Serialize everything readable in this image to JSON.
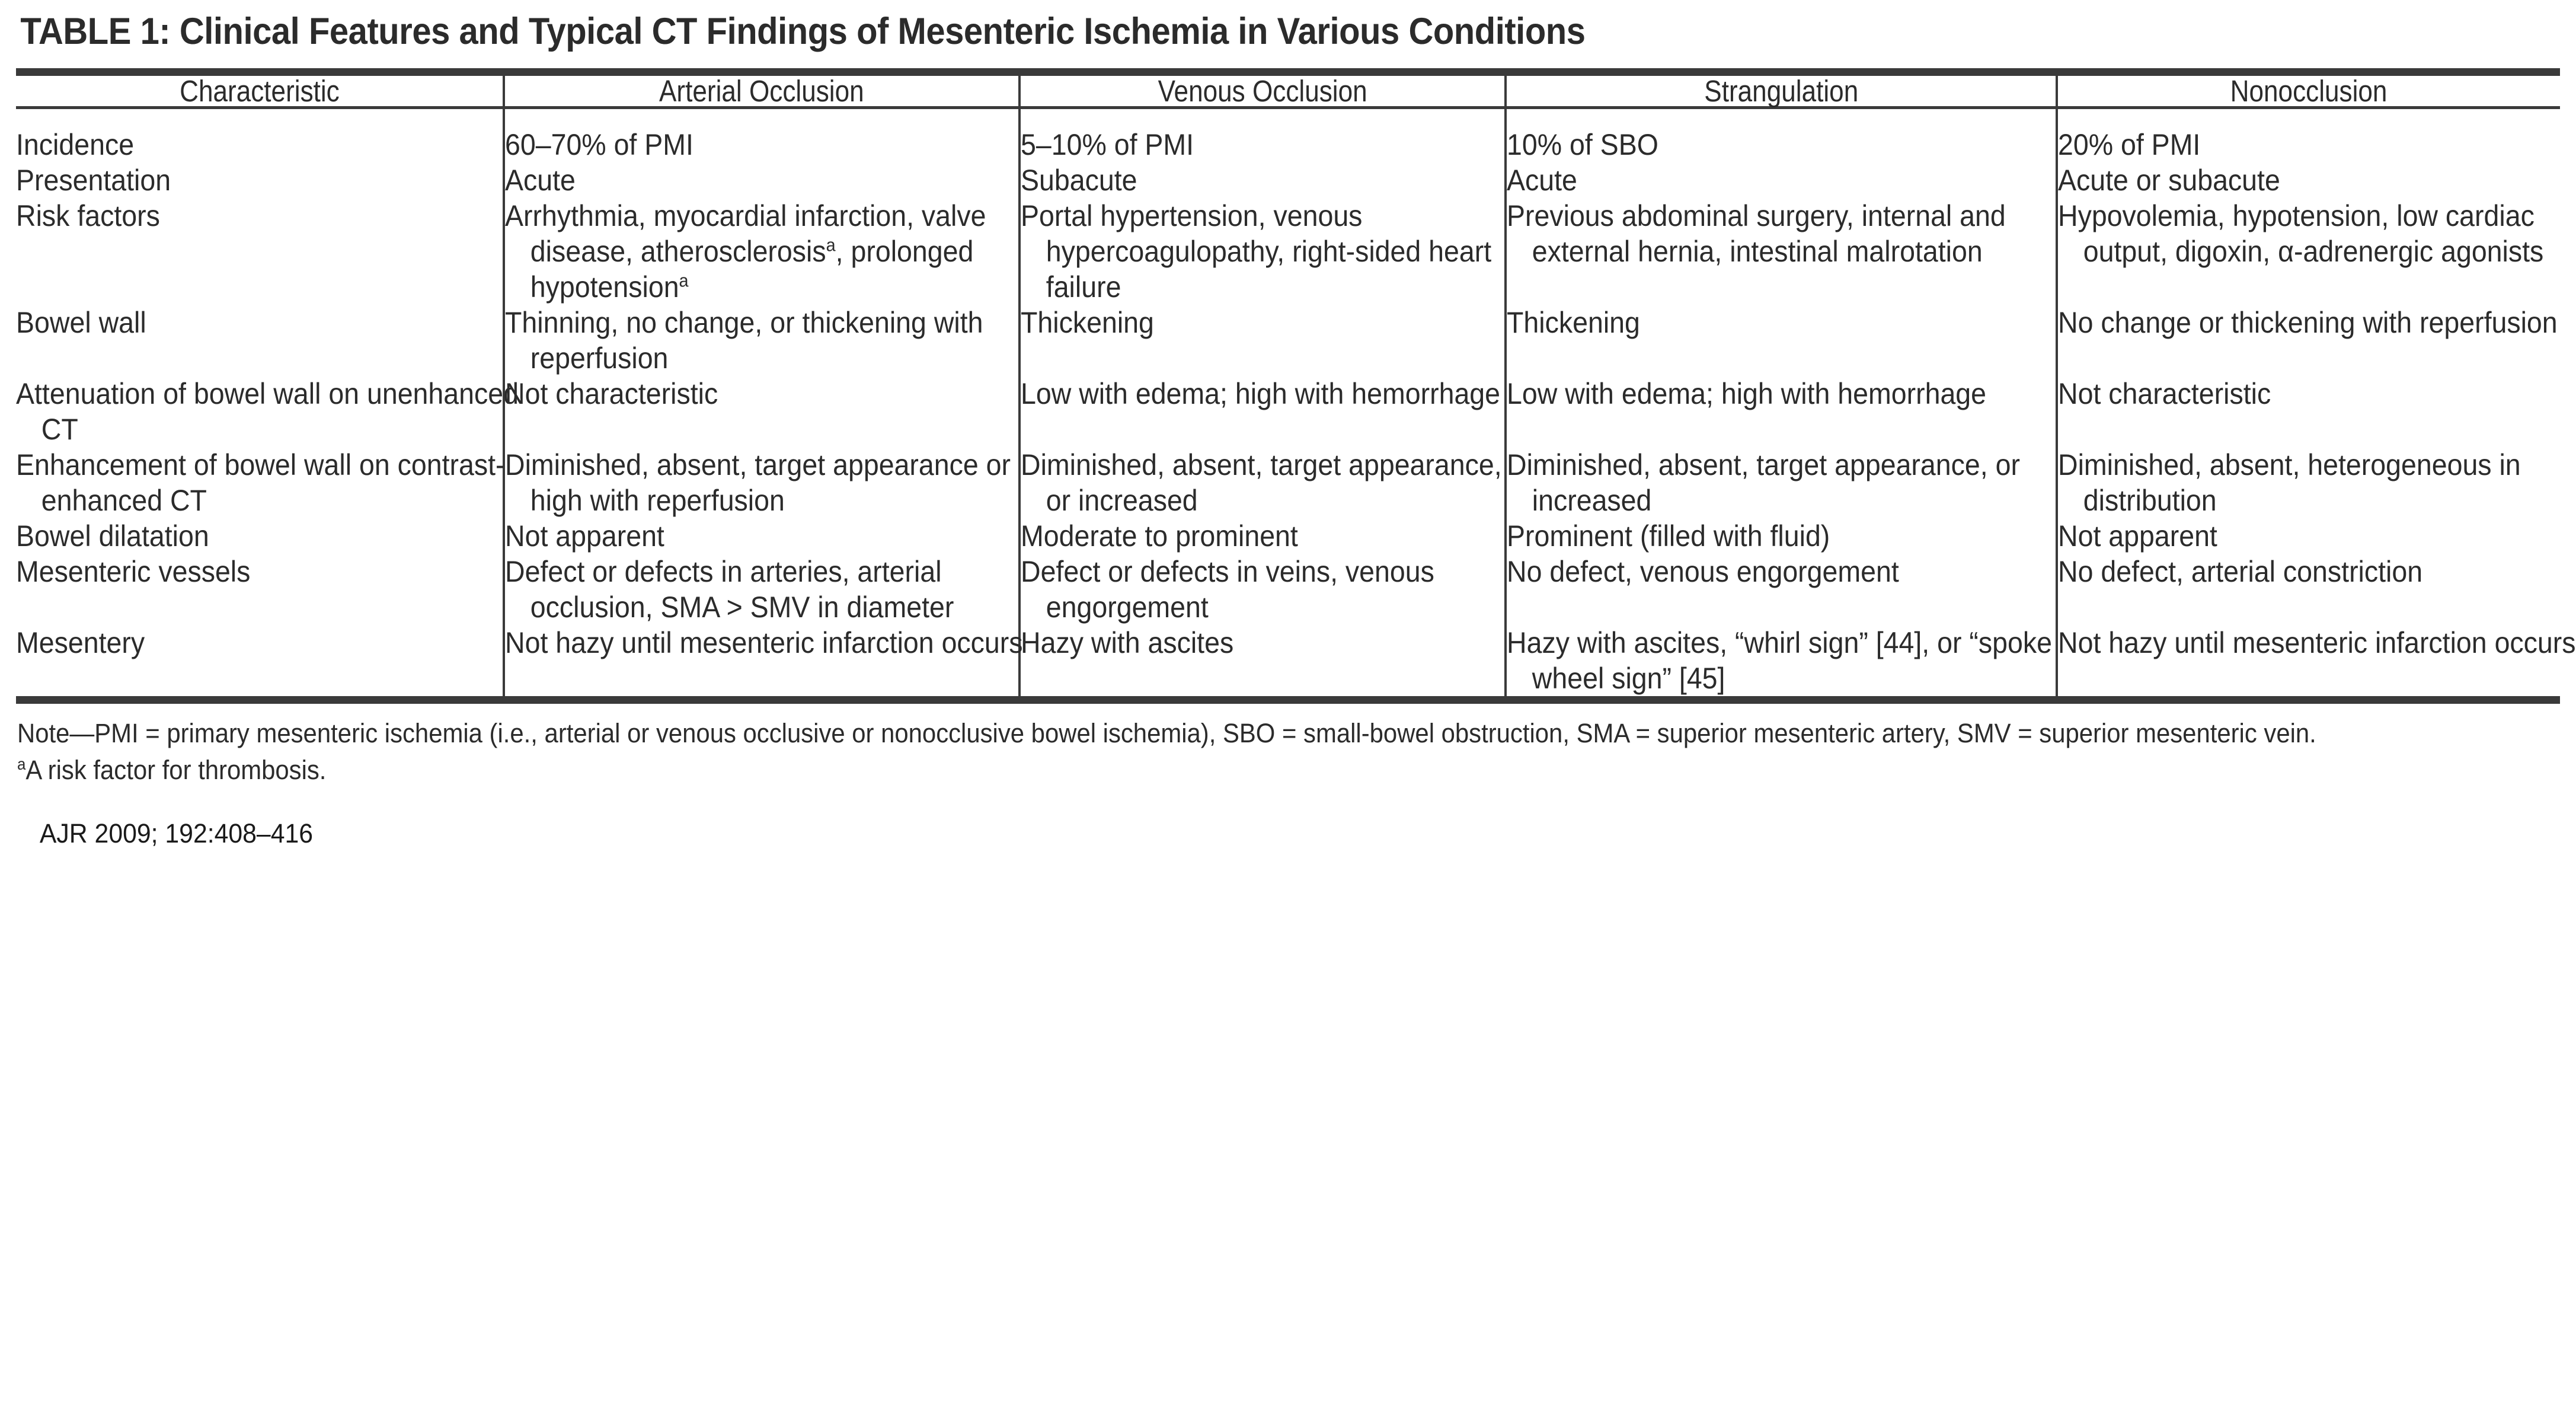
{
  "title": "TABLE 1:  Clinical Features and Typical CT Findings of Mesenteric Ischemia in Various Conditions",
  "columns": [
    "Characteristic",
    "Arterial Occlusion",
    "Venous Occlusion",
    "Strangulation",
    "Nonocclusion"
  ],
  "rows": [
    {
      "characteristic": "Incidence",
      "characteristic_line2": "",
      "arterial": "60–70% of PMI",
      "venous": "5–10% of PMI",
      "strangulation": "10% of SBO",
      "nonocclusion": "20% of PMI"
    },
    {
      "characteristic": "Presentation",
      "characteristic_line2": "",
      "arterial": "Acute",
      "venous": "Subacute",
      "strangulation": "Acute",
      "nonocclusion": "Acute or subacute"
    },
    {
      "characteristic": "Risk factors",
      "characteristic_line2": "",
      "arterial": "Arrhythmia, myocardial infarction, valve disease, atherosclerosisᵃ, prolonged hypotensionᵃ",
      "venous": "Portal hypertension, venous hypercoagulopathy, right-sided heart failure",
      "strangulation": "Previous abdominal surgery, internal and external hernia, intestinal malrotation",
      "nonocclusion": "Hypovolemia, hypotension, low cardiac output, digoxin, α-adrenergic agonists"
    },
    {
      "characteristic": "Bowel wall",
      "characteristic_line2": "",
      "arterial": "Thinning, no change, or thickening with reperfusion",
      "venous": "Thickening",
      "strangulation": "Thickening",
      "nonocclusion": "No change or thickening with reperfusion"
    },
    {
      "characteristic": "Attenuation of bowel wall",
      "characteristic_line2": "on unenhanced CT",
      "arterial": "Not characteristic",
      "venous": "Low with edema; high with hemorrhage",
      "strangulation": "Low with edema; high with hemorrhage",
      "nonocclusion": "Not characteristic"
    },
    {
      "characteristic": "Enhancement of bowel wall",
      "characteristic_line2": "on contrast-enhanced CT",
      "arterial": "Diminished, absent, target appearance or high with reperfusion",
      "venous": "Diminished, absent, target appearance, or increased",
      "strangulation": "Diminished, absent, target appearance, or increased",
      "nonocclusion": "Diminished, absent, heterogeneous in distribution"
    },
    {
      "characteristic": "Bowel dilatation",
      "characteristic_line2": "",
      "arterial": "Not apparent",
      "venous": "Moderate to prominent",
      "strangulation": "Prominent (filled with fluid)",
      "nonocclusion": "Not apparent"
    },
    {
      "characteristic": "Mesenteric vessels",
      "characteristic_line2": "",
      "arterial": "Defect or defects in arteries, arterial occlusion, SMA > SMV in diameter",
      "venous": "Defect or defects in veins, venous engorgement",
      "strangulation": "No defect, venous engorgement",
      "nonocclusion": "No defect, arterial constriction"
    },
    {
      "characteristic": "Mesentery",
      "characteristic_line2": "",
      "arterial": "Not hazy until mesenteric infarction occurs",
      "venous": "Hazy with ascites",
      "strangulation": "Hazy with ascites, “whirl sign” [44], or “spoke wheel sign” [45]",
      "nonocclusion": "Not hazy until mesenteric infarction occurs"
    }
  ],
  "notes": {
    "line1": "Note—PMI = primary mesenteric ischemia (i.e., arterial or venous occlusive or nonocclusive bowel ischemia), SBO = small-bowel obstruction, SMA = superior mesenteric artery, SMV = superior mesenteric vein.",
    "line2_marker": "a",
    "line2_text": "A risk factor for thrombosis."
  },
  "citation": "AJR 2009; 192:408–416"
}
